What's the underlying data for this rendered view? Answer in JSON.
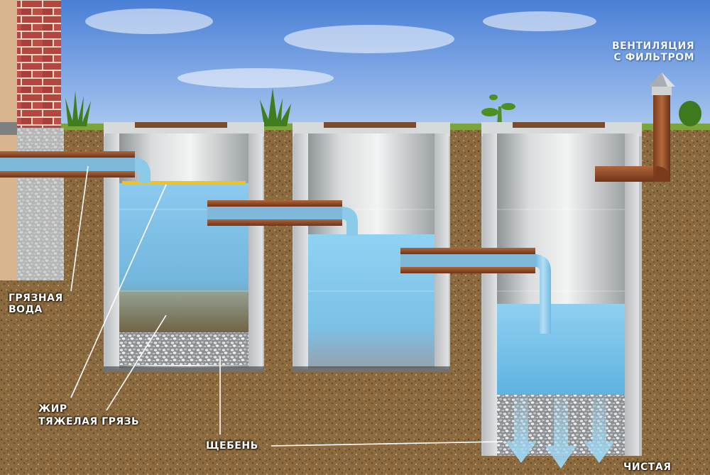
{
  "labels": {
    "ventilation_line1": "ВЕНТИЛЯЦИЯ",
    "ventilation_line2": "С ФИЛЬТРОМ",
    "dirty_water_line1": "ГРЯЗНАЯ",
    "dirty_water_line2": "ВОДА",
    "fat": "ЖИР",
    "heavy_dirt": "ТЯЖЕЛАЯ ГРЯЗЬ",
    "gravel": "ЩЕБЕНЬ",
    "clean": "ЧИСТАЯ"
  },
  "colors": {
    "sky": "#5b8fdc",
    "soil": "#8a6a3e",
    "concrete": "#cfd3d4",
    "water": "#79c3ea",
    "pipe": "#8f4a24",
    "fat_layer": "#f0c21a",
    "brick": "#b54b45"
  }
}
